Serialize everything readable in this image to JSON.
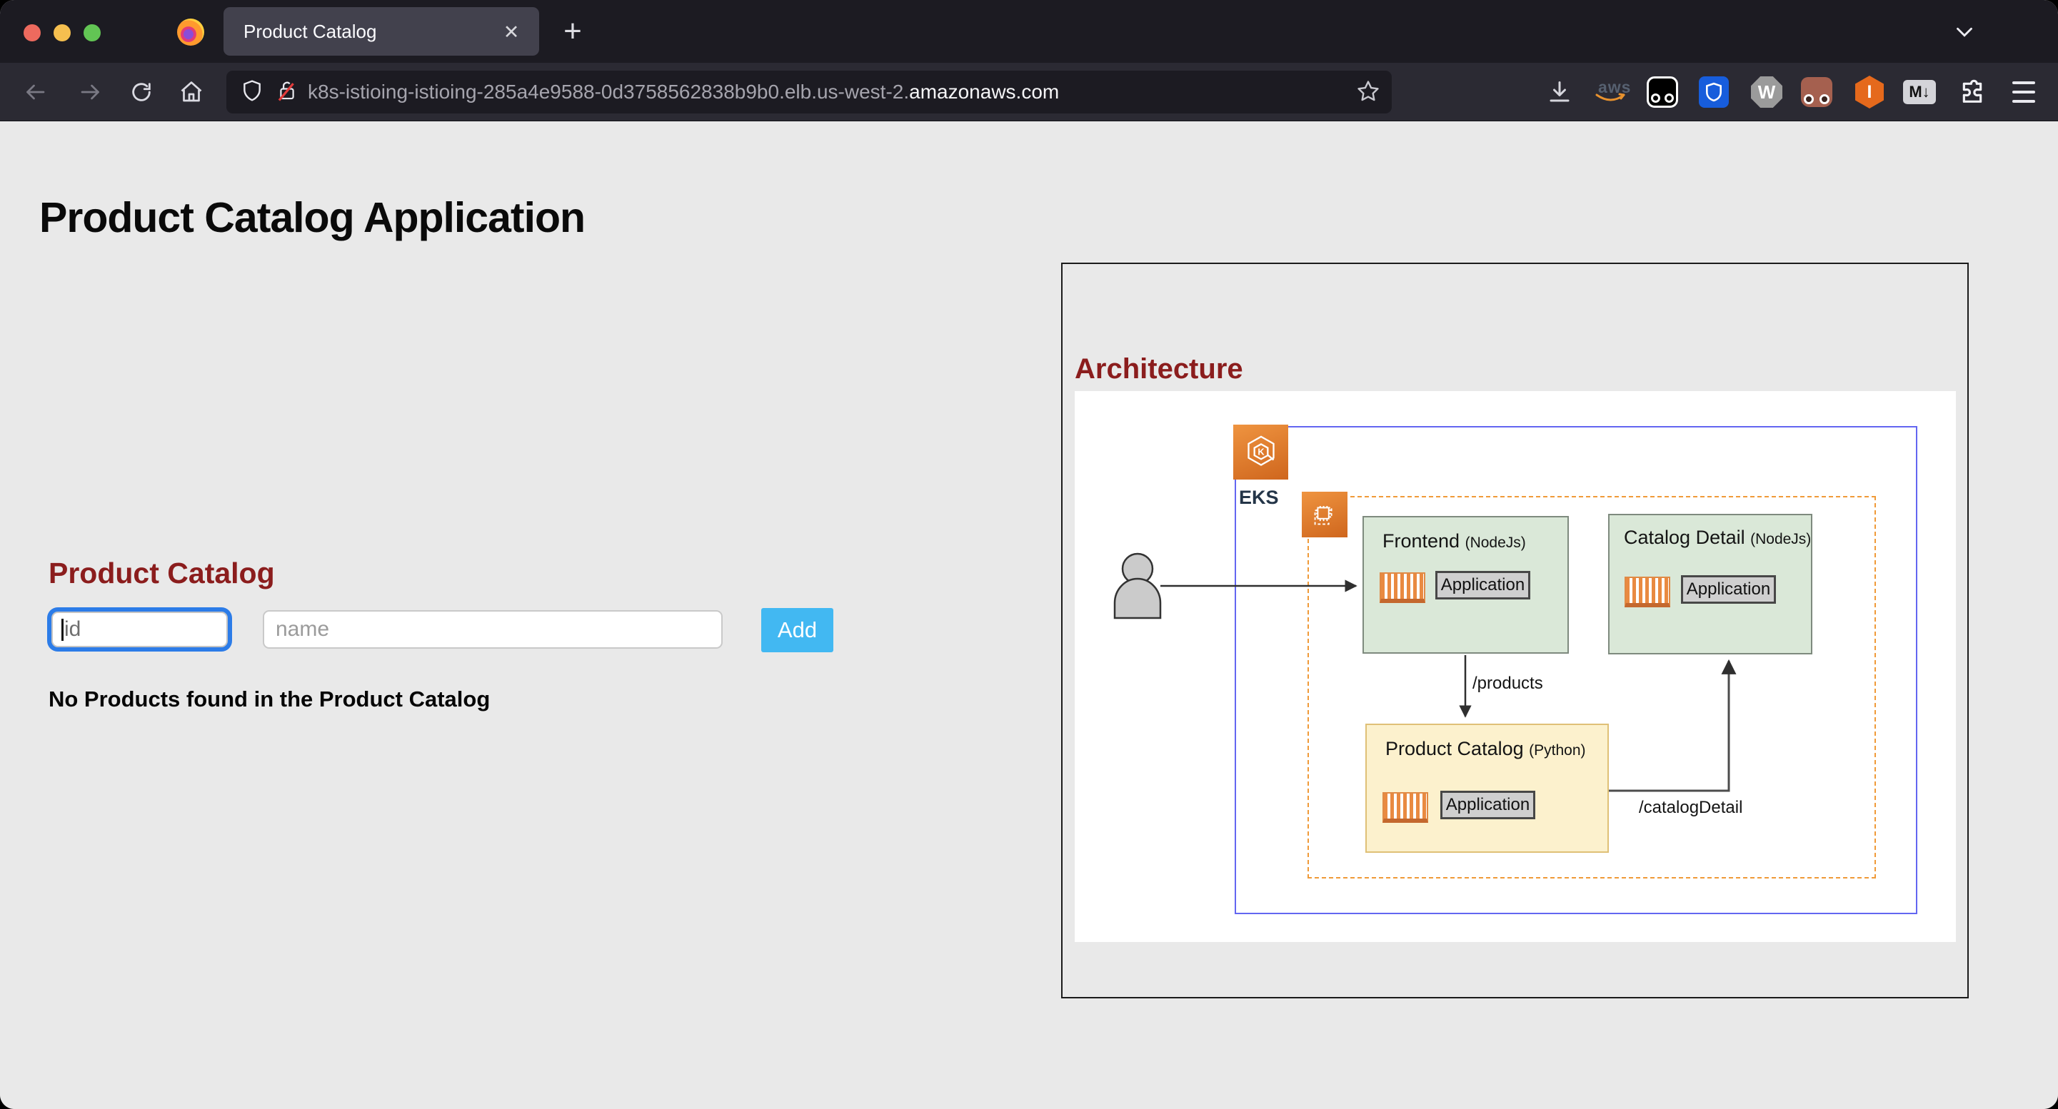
{
  "window": {
    "tab_title": "Product Catalog"
  },
  "urlbar": {
    "url_prefix": "k8s-istioing-istioing-285a4e9588-0d3758562838b9b0.elb.us-west-2.",
    "url_domain": "amazonaws.com"
  },
  "icons": {
    "close": "✕",
    "new_tab": "+",
    "aws_text": "aws",
    "w_badge": "W",
    "i_badge": "I",
    "markdown_badge": "M↓"
  },
  "page": {
    "title": "Product Catalog Application"
  },
  "catalog": {
    "heading": "Product Catalog",
    "id_placeholder": "id",
    "name_placeholder": "name",
    "add_label": "Add",
    "empty_message": "No Products found in the Product Catalog"
  },
  "architecture": {
    "heading": "Architecture",
    "eks_label": "EKS",
    "boxes": {
      "frontend": {
        "title": "Frontend",
        "runtime": "(NodeJs)",
        "app_label": "Application"
      },
      "catalog_detail": {
        "title": "Catalog Detail",
        "runtime": "(NodeJs)",
        "app_label": "Application"
      },
      "product_catalog": {
        "title": "Product Catalog",
        "runtime": "(Python)",
        "app_label": "Application"
      }
    },
    "routes": {
      "products": "/products",
      "catalog_detail": "/catalogDetail"
    }
  },
  "colors": {
    "heading_red": "#8b1d1d",
    "add_button_blue": "#42b8f2",
    "focus_ring_blue": "#2c7ce8",
    "diagram_green": "#dae8d8",
    "diagram_yellow": "#fcf1cd",
    "dashed_orange": "#f09a38",
    "cluster_blue": "#6366f1",
    "aws_orange": "#e07c28"
  }
}
